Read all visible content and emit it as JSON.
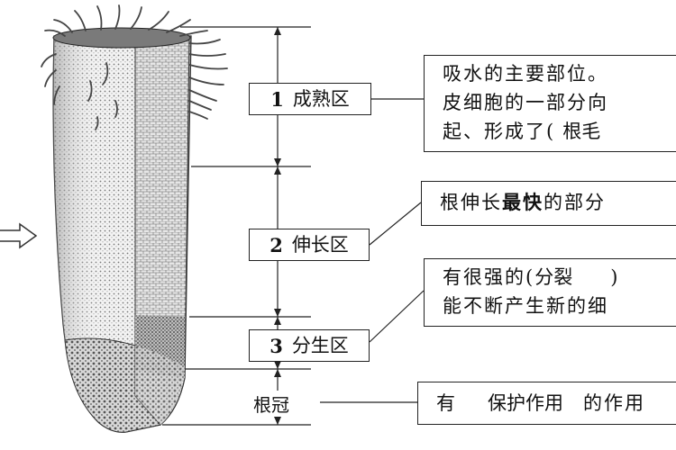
{
  "zones": [
    {
      "num": "1",
      "name": "成熟区"
    },
    {
      "num": "2",
      "name": "伸长区"
    },
    {
      "num": "3",
      "name": "分生区"
    }
  ],
  "root_cap_label": "根冠",
  "notes": {
    "maturation": {
      "line1": "吸水的主要部位。",
      "line2": "皮细胞的一部分向",
      "line3_pre": "起、形成了(",
      "line3_ans": "根毛"
    },
    "elongation": {
      "line1_pre": "根伸长",
      "line1_mid": "最快",
      "line1_post": "的部分"
    },
    "meristem": {
      "line1_pre": "有很强的(",
      "line1_ans": "分裂",
      "line1_post": ")",
      "line2": "能不断产生新的细"
    },
    "rootcap": {
      "pre": "有",
      "ans": "保护作用",
      "post": "的作用"
    }
  }
}
